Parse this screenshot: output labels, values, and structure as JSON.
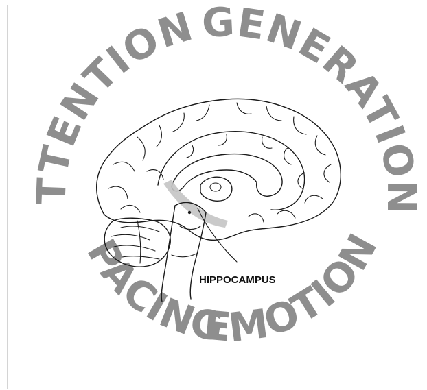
{
  "diagram": {
    "words": {
      "top_left": "ATTENTION",
      "top_right": "GENERATION",
      "bottom_left": "SPACING",
      "bottom_right": "EMOTIONS"
    },
    "brain_label": "HIPPOCAMPUS"
  },
  "colors": {
    "word_fill": "#8e8e8e",
    "hippocampus_highlight": "#c4c4c4",
    "outline": "#1a1a1a",
    "frame_border": "#d4d4d4"
  }
}
